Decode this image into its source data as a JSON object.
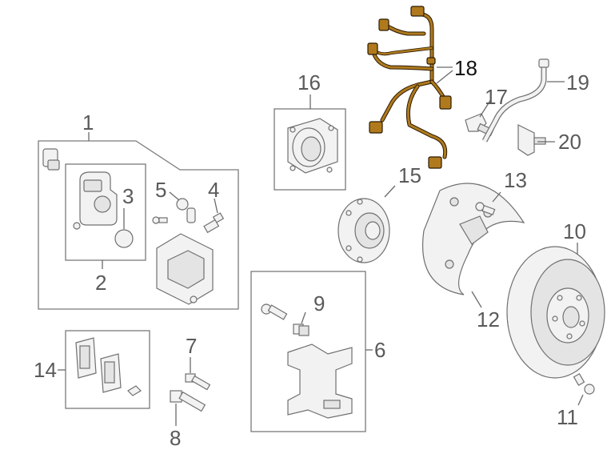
{
  "diagram": {
    "labels": {
      "n1": "1",
      "n2": "2",
      "n3": "3",
      "n4": "4",
      "n5": "5",
      "n6": "6",
      "n7": "7",
      "n8": "8",
      "n9": "9",
      "n10": "10",
      "n11": "11",
      "n12": "12",
      "n13": "13",
      "n14": "14",
      "n15": "15",
      "n16": "16",
      "n17": "17",
      "n18": "18",
      "n19": "19",
      "n20": "20"
    },
    "colors": {
      "harness": "#b07a1c",
      "harness_dark": "#2a1a05",
      "outline": "#707070",
      "fill": "#f2f2f2"
    }
  }
}
